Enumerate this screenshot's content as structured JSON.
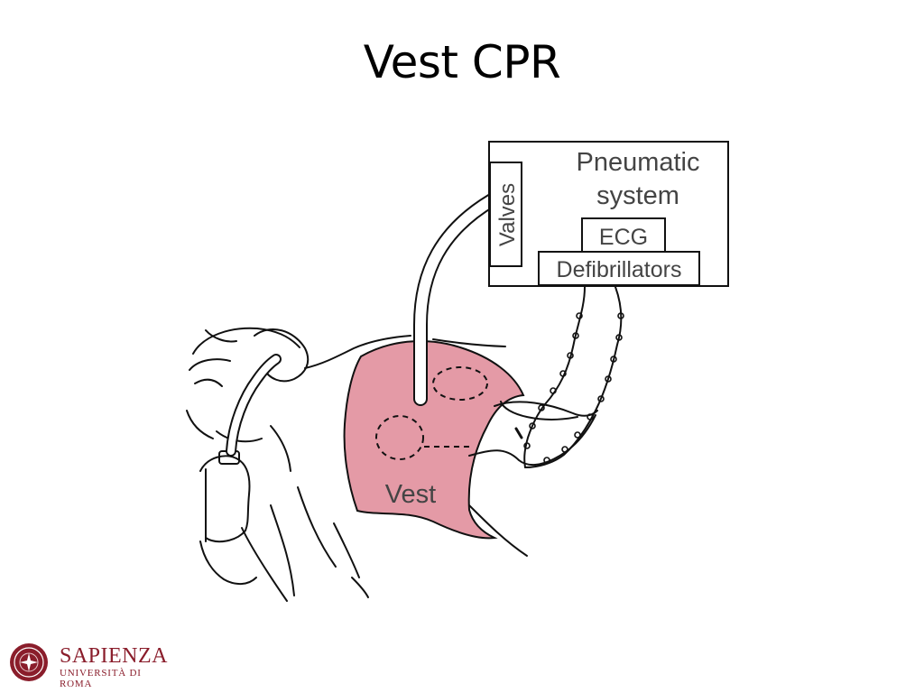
{
  "slide": {
    "title": "Vest CPR"
  },
  "diagram": {
    "pneumatic_system_line1": "Pneumatic",
    "pneumatic_system_line2": "system",
    "valves": "Valves",
    "ecg": "ECG",
    "defibrillators": "Defibrillators",
    "vest": "Vest",
    "vest_color": "#e49aa6"
  },
  "logo": {
    "name": "SAPIENZA",
    "subtitle": "UNIVERSITÀ DI ROMA",
    "brand_color": "#8a1d2b"
  }
}
